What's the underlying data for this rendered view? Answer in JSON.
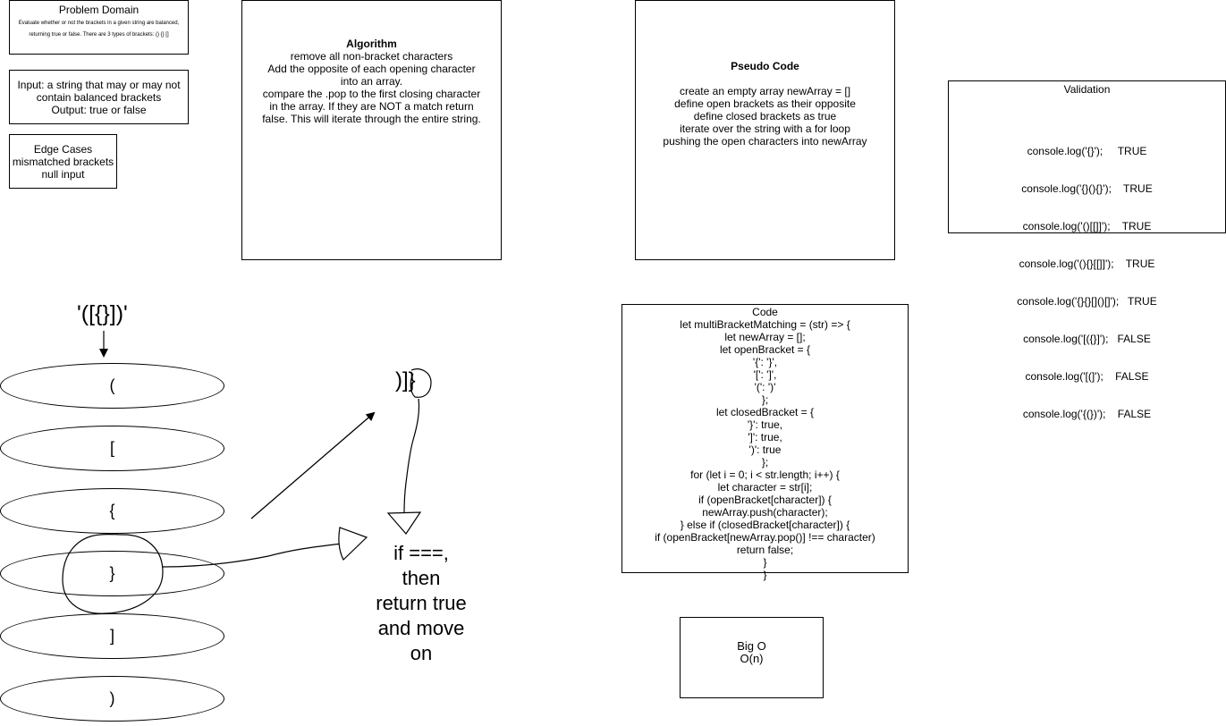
{
  "problem_domain": {
    "title": "Problem Domain",
    "lines": [
      "Evaluate whether or not the brackets in a given string are balanced,",
      "returning true or false. There are 3 types of brackets: () {} []"
    ]
  },
  "io": {
    "lines": [
      "Input: a string that may or may not",
      "contain balanced brackets",
      "Output: true or false"
    ]
  },
  "edge_cases": {
    "lines": [
      "Edge Cases",
      "mismatched brackets",
      "null input"
    ]
  },
  "algorithm": {
    "title": "Algorithm",
    "lines": [
      "remove all non-bracket characters",
      "Add the opposite of each opening character",
      "into an array.",
      "compare the .pop to the first closing character",
      "in the array. If they are NOT a match return",
      "false. This will iterate through the entire string."
    ]
  },
  "pseudo_code": {
    "title": "Pseudo Code",
    "lines": [
      "create an empty array newArray = []",
      "define open brackets as their opposite",
      "define closed brackets as true",
      "iterate over the string with a for loop",
      "pushing the open characters into newArray"
    ]
  },
  "validation": {
    "title": "Validation",
    "lines": [
      "console.log('{}');     TRUE",
      "console.log('{}(){}');    TRUE",
      "console.log('()[[]]');    TRUE",
      "console.log('(){}[[]]');    TRUE",
      "console.log('{}{}[]()[]');   TRUE",
      "console.log('[({}]');   FALSE",
      "console.log('[(]');    FALSE",
      "console.log('{(})');    FALSE"
    ]
  },
  "code": {
    "title": "Code",
    "lines": [
      "let multiBracketMatching = (str) => {",
      "let newArray = [];",
      "let openBracket = {",
      "'{': '}',",
      "'[': ']',",
      "'(': ')'",
      "};",
      "let closedBracket = {",
      "'}': true,",
      "']': true,",
      "')': true",
      "};",
      "for (let i = 0; i < str.length; i++) {",
      "let character = str[i];",
      "if (openBracket[character]) {",
      "newArray.push(character);",
      "} else if (closedBracket[character]) {",
      "if (openBracket[newArray.pop()] !== character)",
      "return false;",
      "}",
      "}"
    ]
  },
  "big_o": {
    "title": "Big O",
    "value": "O(n)"
  },
  "sketch": {
    "input_string": "'([{}])'",
    "stack": [
      "(",
      "[",
      "{",
      "}",
      "]",
      ")"
    ],
    "closing_label": ")]}",
    "note": "if ===,\nthen\nreturn true\nand move\non"
  }
}
